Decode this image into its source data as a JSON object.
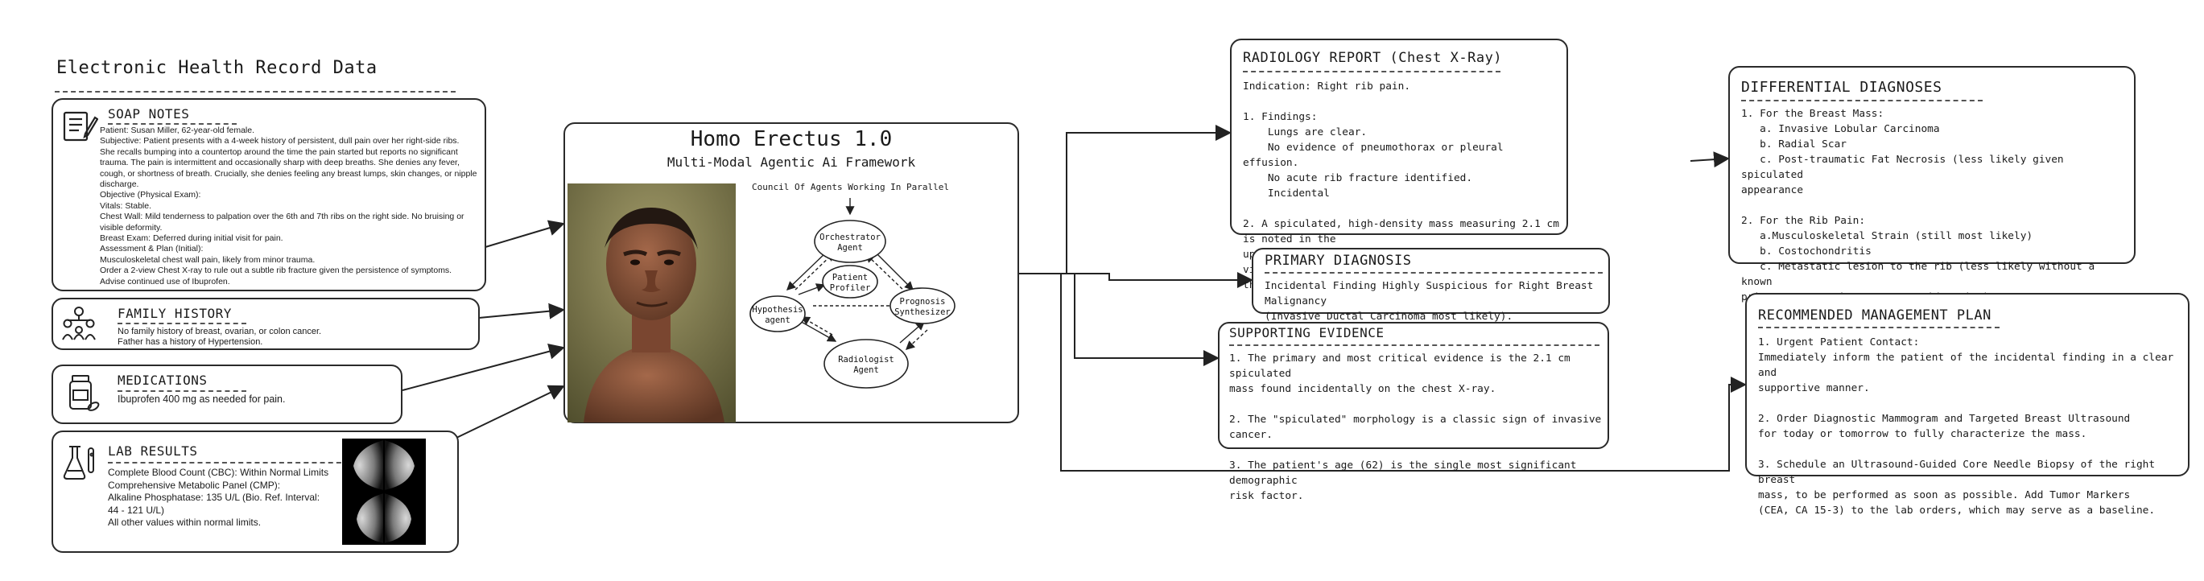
{
  "ehr": {
    "title": "Electronic Health Record Data",
    "soap": {
      "title": "SOAP NOTES",
      "lines": [
        "Patient: Susan Miller, 62-year-old female.",
        "Subjective: Patient presents with a 4-week history of persistent, dull pain over her right-side ribs.",
        "She recalls bumping into a countertop around the time the pain started but reports no significant",
        "trauma. The pain is intermittent and occasionally sharp with deep breaths. She denies any fever,",
        "cough, or shortness of breath. Crucially, she denies feeling any breast lumps, skin changes, or nipple",
        "discharge.",
        "Objective (Physical Exam):",
        "Vitals: Stable.",
        "Chest Wall: Mild tenderness to palpation over the 6th and 7th ribs on the right side. No bruising or",
        "visible deformity.",
        "Breast Exam: Deferred during initial visit for pain.",
        "Assessment & Plan (Initial):",
        "Musculoskeletal chest wall pain, likely from minor trauma.",
        "Order a 2-view Chest X-ray to rule out a subtle rib fracture given the persistence of symptoms.",
        "Advise continued use of Ibuprofen."
      ]
    },
    "family": {
      "title": "FAMILY HISTORY",
      "lines": [
        "No family history of breast, ovarian, or colon cancer.",
        "Father has a history of Hypertension."
      ]
    },
    "medications": {
      "title": "MEDICATIONS",
      "lines": [
        "Ibuprofen 400 mg as needed for pain."
      ]
    },
    "labs": {
      "title": "LAB RESULTS",
      "lines": [
        "Complete Blood Count (CBC): Within Normal Limits",
        "Comprehensive Metabolic Panel (CMP):",
        "Alkaline Phosphatase: 135 U/L (Bio. Ref. Interval:",
        "44 - 121 U/L)",
        "All other values within normal limits."
      ]
    }
  },
  "framework": {
    "title": "Homo Erectus 1.0",
    "subtitle": "Multi-Modal Agentic Ai Framework",
    "council_label": "Council Of Agents Working In Parallel",
    "agents": {
      "orchestrator": [
        "Orchestrator",
        "Agent"
      ],
      "profiler": [
        "Patient",
        "Profiler"
      ],
      "hypothesis": [
        "Hypothesis",
        "agent"
      ],
      "prognosis": [
        "Prognosis",
        "Synthesizer"
      ],
      "radiologist": [
        "Radiologist",
        "Agent"
      ]
    }
  },
  "radiology": {
    "title": "RADIOLOGY REPORT (Chest X-Ray)",
    "lines": [
      "Indication: Right rib pain.",
      "",
      "1. Findings:",
      "    Lungs are clear.",
      "    No evidence of pneumothorax or pleural effusion.",
      "    No acute rib fracture identified.",
      "    Incidental",
      "",
      "2. A spiculated, high-density mass measuring 2.1 cm is noted in the",
      "upper outer quadrant of the right breast, partially visible at the edge of",
      "the film"
    ]
  },
  "primary": {
    "title": "PRIMARY DIAGNOSIS",
    "lines": [
      "Incidental Finding Highly Suspicious for Right Breast Malignancy",
      "(Invasive Ductal Carcinoma most likely)."
    ]
  },
  "supporting": {
    "title": "SUPPORTING EVIDENCE",
    "lines": [
      "1. The primary and most critical evidence is the 2.1 cm spiculated",
      "mass found incidentally on the chest X-ray.",
      "",
      "2. The \"spiculated\" morphology is a classic sign of invasive cancer.",
      "",
      "3. The patient's age (62) is the single most significant demographic",
      "risk factor."
    ]
  },
  "differential": {
    "title": "DIFFERENTIAL DIAGNOSES",
    "lines": [
      "1. For the Breast Mass:",
      "   a. Invasive Lobular Carcinoma",
      "   b. Radial Scar",
      "   c. Post-traumatic Fat Necrosis (less likely given spiculated",
      "appearance",
      "",
      "2. For the Rib Pain:",
      "   a.Musculoskeletal Strain (still most likely)",
      "   b. Costochondritis",
      "   c. Metastatic lesion to the rib (less likely without a known",
      "primary cancer, but now a consideration)"
    ]
  },
  "management": {
    "title": "RECOMMENDED MANAGEMENT PLAN",
    "lines": [
      "1. Urgent Patient Contact:",
      "Immediately inform the patient of the incidental finding in a clear and",
      "supportive manner.",
      "",
      "2. Order Diagnostic Mammogram and Targeted Breast Ultrasound",
      "for today or tomorrow to fully characterize the mass.",
      "",
      "3. Schedule an Ultrasound-Guided Core Needle Biopsy of the right breast",
      "mass, to be performed as soon as possible. Add Tumor Markers",
      "(CEA, CA 15-3) to the lab orders, which may serve as a baseline."
    ]
  },
  "icons": [
    "notes-icon",
    "family-icon",
    "pill-bottle-icon",
    "lab-flask-icon",
    "mammogram-image",
    "portrait-image"
  ]
}
